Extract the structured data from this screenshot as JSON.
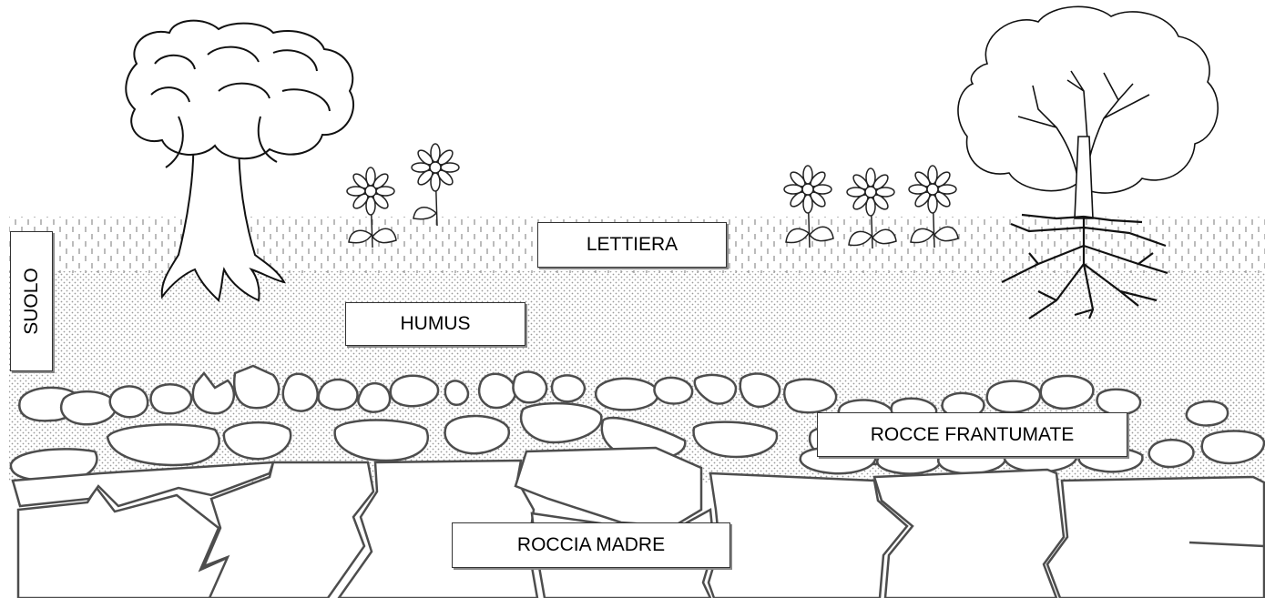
{
  "labels": {
    "suolo": "SUOLO",
    "lettiera": "LETTIERA",
    "humus": "HUMUS",
    "rocce_frantumate": "ROCCE FRANTUMATE",
    "roccia_madre": "ROCCIA MADRE"
  },
  "colors": {
    "line": "#4d4d4d",
    "label_border": "#333333",
    "background": "#ffffff",
    "dots": "#9a9a9a"
  },
  "icons": [
    "leafy-tree-icon",
    "bare-branch-tree-icon",
    "daisy-flower-icon"
  ]
}
